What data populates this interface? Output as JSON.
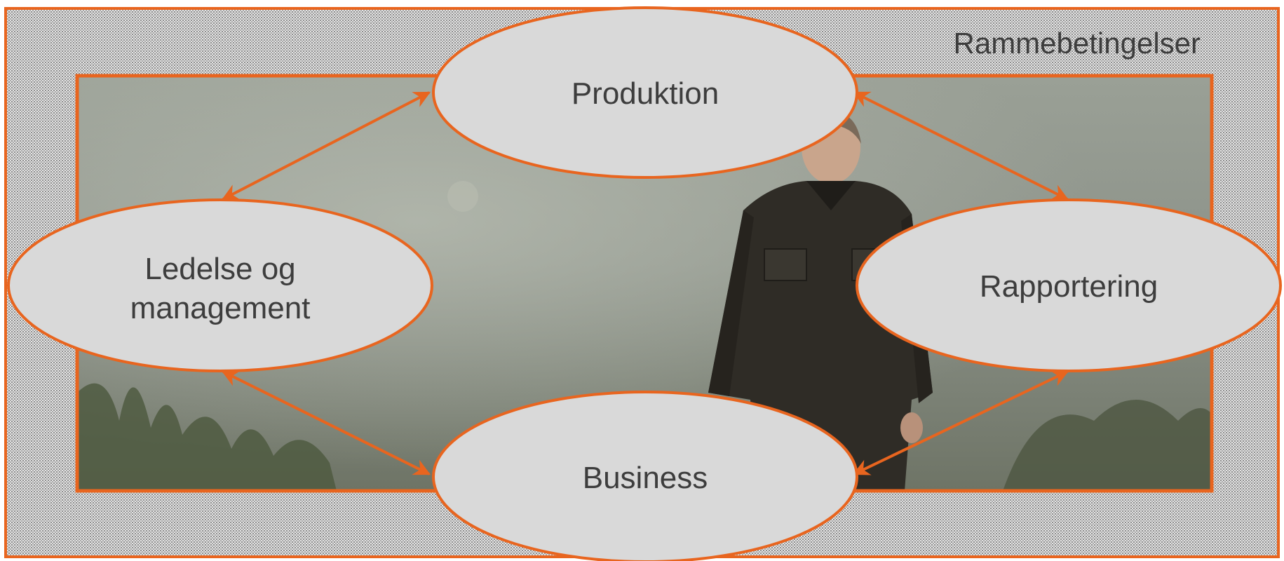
{
  "frame": {
    "label": "Rammebetingelser",
    "border_color": "#e8651f",
    "pattern_color": "#8c8c8c",
    "background_color": "#e6e6e6"
  },
  "photo": {
    "description_icon": "man-in-fog-photo-icon"
  },
  "nodes": {
    "produktion": {
      "label": "Produktion"
    },
    "ledelse": {
      "line1": "Ledelse og",
      "line2": "management"
    },
    "rapportering": {
      "label": "Rapportering"
    },
    "business": {
      "label": "Business"
    }
  },
  "colors": {
    "ellipse_fill": "#d9d9d9",
    "ellipse_stroke": "#e8651f",
    "arrow": "#e8651f"
  }
}
